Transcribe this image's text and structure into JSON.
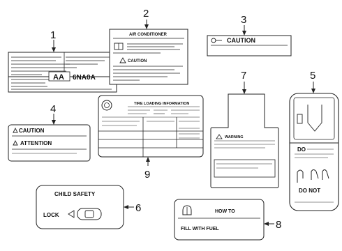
{
  "callouts": [
    "1",
    "2",
    "3",
    "4",
    "5",
    "6",
    "7",
    "8",
    "9"
  ],
  "labels": {
    "label1_code_a": "AA",
    "label1_code_b": "6NA0A",
    "label2_title": "AIR CONDITIONER",
    "label2_caution": "CAUTION",
    "label3_caution": "CAUTION",
    "label4_caution": "CAUTION",
    "label4_attention": "ATTENTION",
    "label5_do": "DO",
    "label5_do_not": "DO NOT",
    "label6_title": "CHILD SAFETY",
    "label6_lock": "LOCK",
    "label7_warning": "WARNING",
    "label8_howto": "HOW TO",
    "label8_fill": "FILL WITH FUEL",
    "label9_title": "TIRE LOADING INFORMATION"
  },
  "icons": [
    "book-icon",
    "warning-triangle-icon",
    "tire-icon",
    "key-icon",
    "arrow-left-icon",
    "child-lock-switch-icon"
  ]
}
